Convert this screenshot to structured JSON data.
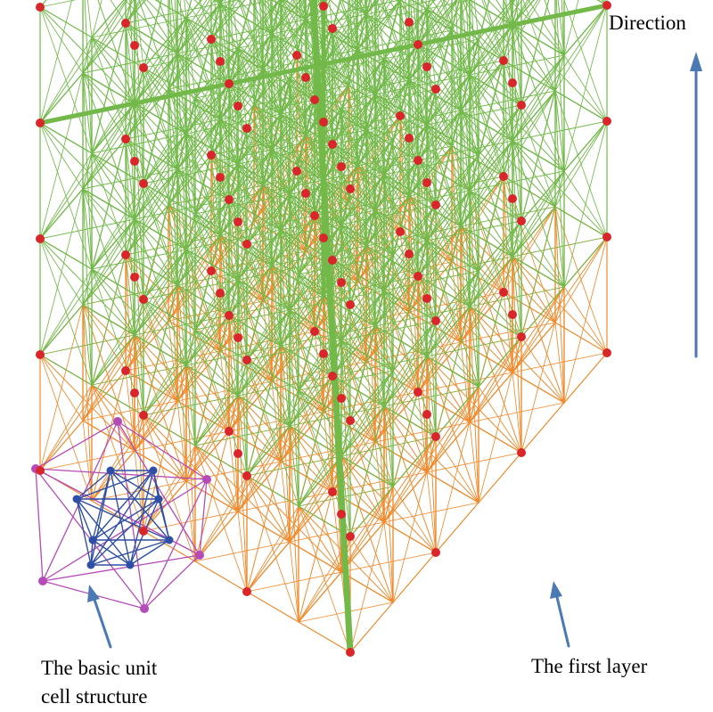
{
  "labels": {
    "direction": "Direction",
    "first_layer": "The first layer",
    "unit_cell_line1": "The basic unit",
    "unit_cell_line2": "cell structure"
  },
  "colors": {
    "upper_layers": "#72b94a",
    "first_layer": "#f08a2c",
    "unit_cell_outer": "#b54bb8",
    "unit_cell_inner": "#2e4fa3",
    "nodes": "#d8262a",
    "arrows": "#4a79b4"
  }
}
